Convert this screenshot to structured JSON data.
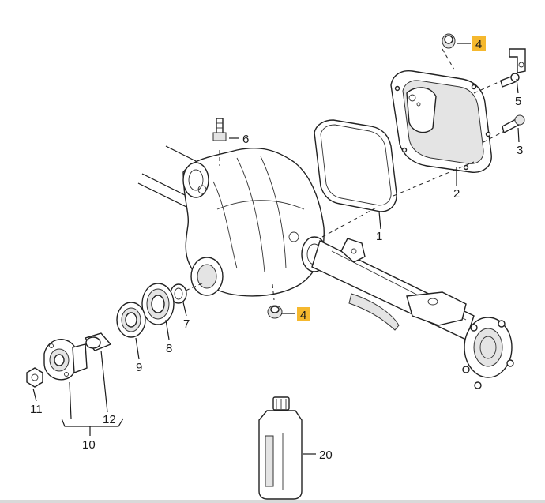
{
  "callouts": {
    "c1": "1",
    "c2": "2",
    "c3": "3",
    "c4a": "4",
    "c4b": "4",
    "c5": "5",
    "c6": "6",
    "c7": "7",
    "c8": "8",
    "c9": "9",
    "c10": "10",
    "c11": "11",
    "c12": "12",
    "c20": "20"
  },
  "colors": {
    "highlight": "#f5b82e",
    "line": "#1a1a1a",
    "background": "#ffffff"
  }
}
